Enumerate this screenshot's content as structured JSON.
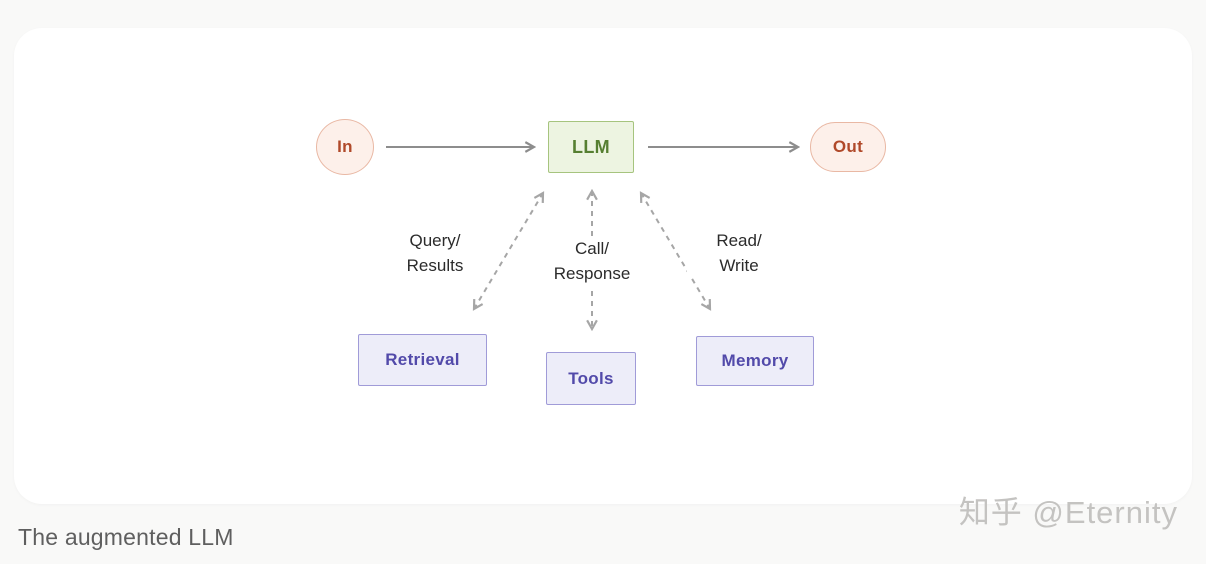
{
  "page": {
    "background_color": "#f9f9f8",
    "card_background_color": "#ffffff"
  },
  "diagram": {
    "nodes": {
      "in": {
        "label": "In",
        "shape": "circle"
      },
      "llm": {
        "label": "LLM",
        "shape": "rect"
      },
      "out": {
        "label": "Out",
        "shape": "pill"
      },
      "retrieval": {
        "label": "Retrieval",
        "shape": "rect"
      },
      "tools": {
        "label": "Tools",
        "shape": "rect"
      },
      "memory": {
        "label": "Memory",
        "shape": "rect"
      }
    },
    "edges": [
      {
        "from": "In",
        "to": "LLM",
        "style": "solid-arrow"
      },
      {
        "from": "LLM",
        "to": "Out",
        "style": "solid-arrow"
      },
      {
        "from": "LLM",
        "to": "Retrieval",
        "style": "dashed-bidirectional",
        "label": "Query/Results"
      },
      {
        "from": "LLM",
        "to": "Tools",
        "style": "dashed-bidirectional",
        "label": "Call/Response"
      },
      {
        "from": "LLM",
        "to": "Memory",
        "style": "dashed-bidirectional",
        "label": "Read/Write"
      }
    ],
    "edge_labels": {
      "query_results": "Query/\nResults",
      "call_response": "Call/\nResponse",
      "read_write": "Read/\nWrite"
    },
    "colors": {
      "io_fill": "#fdf0ea",
      "io_border": "#e9b8a4",
      "io_text": "#b0492a",
      "llm_fill": "#edf4e1",
      "llm_border": "#a6c47e",
      "llm_text": "#567f31",
      "module_fill": "#ededf9",
      "module_border": "#a09bd8",
      "module_text": "#524aaa",
      "solid_arrow": "#8d8d8d",
      "dashed_arrow": "#a6a6a6",
      "label_text": "#2b2b2b"
    }
  },
  "caption": "The augmented LLM",
  "watermark": "知乎 @Eternity"
}
